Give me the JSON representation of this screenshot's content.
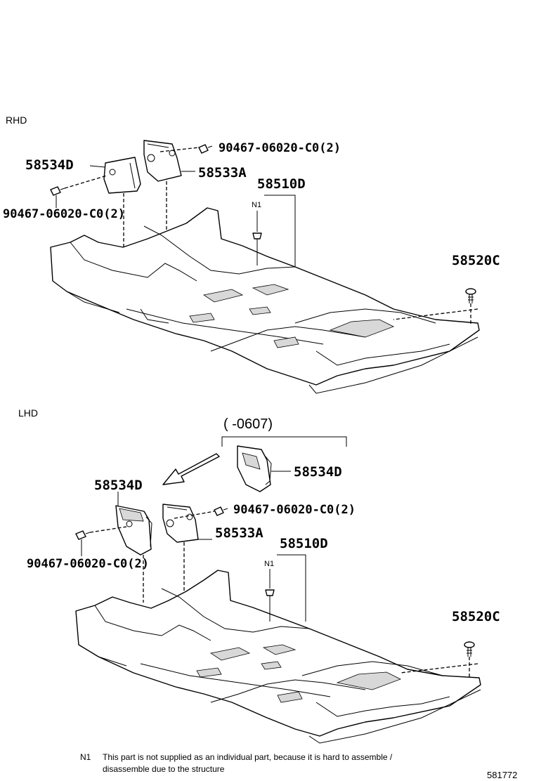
{
  "sections": {
    "rhd": {
      "label": "RHD",
      "callouts": {
        "p58534d": "58534D",
        "p58533a": "58533A",
        "p58510d": "58510D",
        "p58520c": "58520C",
        "bolt_upper": "90467-06020-C0(2)",
        "bolt_lower": "90467-06020-C0(2)",
        "n1": "N1"
      }
    },
    "lhd": {
      "label": "LHD",
      "range_label": "(   -0607)",
      "callouts": {
        "p58534d_inset": "58534D",
        "p58534d": "58534D",
        "p58533a": "58533A",
        "p58510d": "58510D",
        "p58520c": "58520C",
        "bolt_upper": "90467-06020-C0(2)",
        "bolt_lower": "90467-06020-C0(2)",
        "n1": "N1"
      }
    }
  },
  "footnote": {
    "marker": "N1",
    "text_line1": "This part is not supplied as an individual part, because it is hard to assemble /",
    "text_line2": "disassemble due to the structure"
  },
  "diagram_id": "581772",
  "icons": {
    "bolt": "bolt-icon",
    "clip": "clip-icon",
    "fastener": "push-fastener-icon",
    "arrow": "hollow-arrow-icon"
  }
}
